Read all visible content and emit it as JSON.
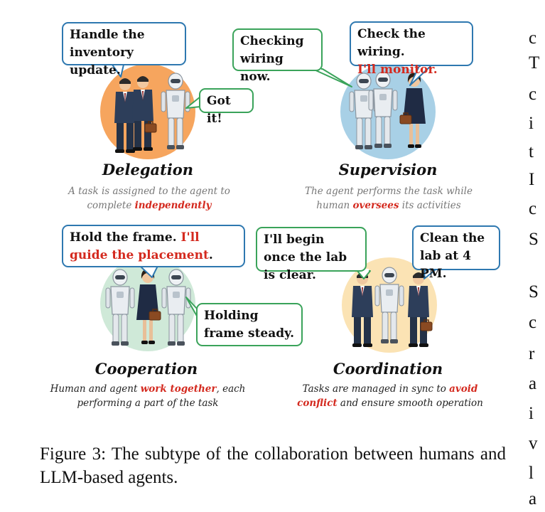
{
  "panels": {
    "delegation": {
      "bubble_main": "Handle the inventory update.",
      "bubble_reply": "Got it!",
      "title": "Delegation",
      "desc_before": "A task is assigned to the agent to complete",
      "desc_highlight": "independently",
      "circle_color": "#f6a55e"
    },
    "supervision": {
      "bubble_agent": "Checking wiring now.",
      "bubble_human_line1": "Check the wiring.",
      "bubble_human_red": "I'll monitor.",
      "title": "Supervision",
      "desc_before": "The agent performs the task while human",
      "desc_highlight": "oversees",
      "desc_after": "its activities",
      "circle_color": "#a8d0e6"
    },
    "cooperation": {
      "bubble_human_before": "Hold the frame.",
      "bubble_human_red": "I'll guide the placement",
      "bubble_human_after": ".",
      "bubble_agent": "Holding frame steady.",
      "title": "Cooperation",
      "desc_before": "Human and agent",
      "desc_highlight": "work together",
      "desc_after": ", each performing a part of the task",
      "circle_color": "#cfe9d8"
    },
    "coordination": {
      "bubble_agent": "I'll begin once the lab is clear.",
      "bubble_human": "Clean the lab at 4 PM.",
      "title": "Coordination",
      "desc_before": "Tasks are managed in sync to",
      "desc_highlight": "avoid conflict",
      "desc_after": "and ensure smooth operation",
      "circle_color": "#fbe3b4"
    }
  },
  "caption": "Figure 3: The subtype of the collaboration between humans and LLM-based agents.",
  "side_letters": [
    "c",
    "T",
    "c",
    "i",
    "t",
    "I",
    "c",
    "S",
    "S",
    "c",
    "r",
    "a",
    "i",
    "v",
    "l",
    "a"
  ]
}
